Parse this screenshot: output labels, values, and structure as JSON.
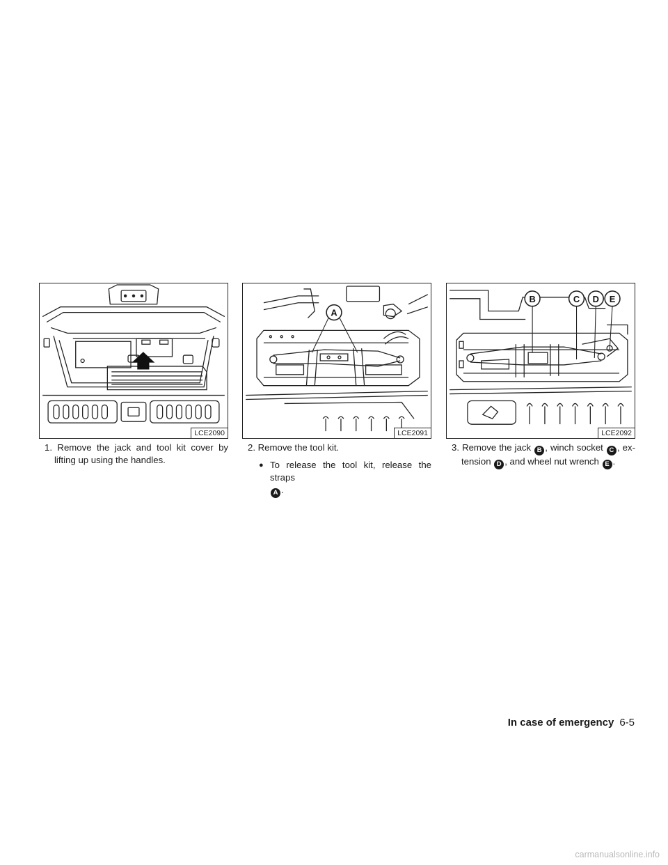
{
  "figures": [
    {
      "id": "LCE2090",
      "callouts": []
    },
    {
      "id": "LCE2091",
      "callouts": [
        "A"
      ]
    },
    {
      "id": "LCE2092",
      "callouts": [
        "B",
        "C",
        "D",
        "E"
      ]
    }
  ],
  "steps": {
    "step1": {
      "text": "1. Remove the jack and tool kit cover by lifting up using the handles."
    },
    "step2": {
      "text": "2. Remove the tool kit.",
      "bullet": {
        "symbol": "●",
        "text": "To release the tool kit, release the straps",
        "callout": "A",
        "end": "."
      }
    },
    "step3": {
      "t1": "3. Remove the jack ",
      "c1": "B",
      "t2": ", winch socket ",
      "c2": "C",
      "t3": ", ex- tension ",
      "c3": "D",
      "t4": ", and wheel nut wrench ",
      "c4": "E",
      "t5": "."
    }
  },
  "footer": {
    "section": "In case of emergency",
    "page": "6-5"
  },
  "watermark": "carmanualsonline.info"
}
